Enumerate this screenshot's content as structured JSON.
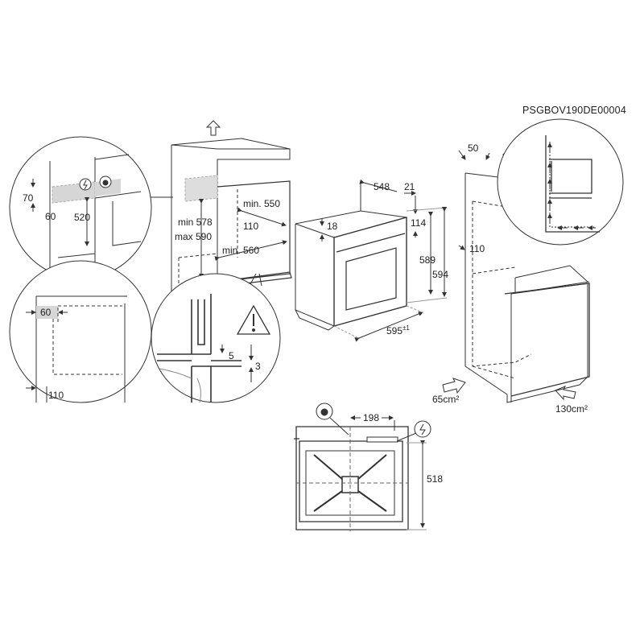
{
  "diagram_code": "PSGBOV190DE00004",
  "detail_top_left": {
    "dim_70": "70",
    "dim_60": "60",
    "dim_520": "520",
    "icons": [
      "electric-connection-icon",
      "gas-connection-icon"
    ]
  },
  "cabinet_left": {
    "min_height": "min 578",
    "max_height": "max 590",
    "min_depth": "min. 550",
    "vent_gap": "110",
    "min_width": "min. 560"
  },
  "detail_bottom_left": {
    "dim_60": "60",
    "dim_110": "110"
  },
  "detail_bottom_middle": {
    "dim_5": "5",
    "dim_3": "3",
    "icon": "warning-icon"
  },
  "oven": {
    "depth": "548",
    "front_thickness": "21",
    "top_offset": "18",
    "panel_height": "114",
    "body_height": "589",
    "total_height": "594",
    "width": "595",
    "width_tolerance": "±1"
  },
  "cabinet_right": {
    "top_gap": "50",
    "vent_gap": "110",
    "inlet_area": "65cm²",
    "outlet_area": "130cm²"
  },
  "top_view": {
    "width": "198",
    "depth": "518",
    "icons": [
      "gas-connection-icon",
      "electric-connection-icon"
    ]
  }
}
